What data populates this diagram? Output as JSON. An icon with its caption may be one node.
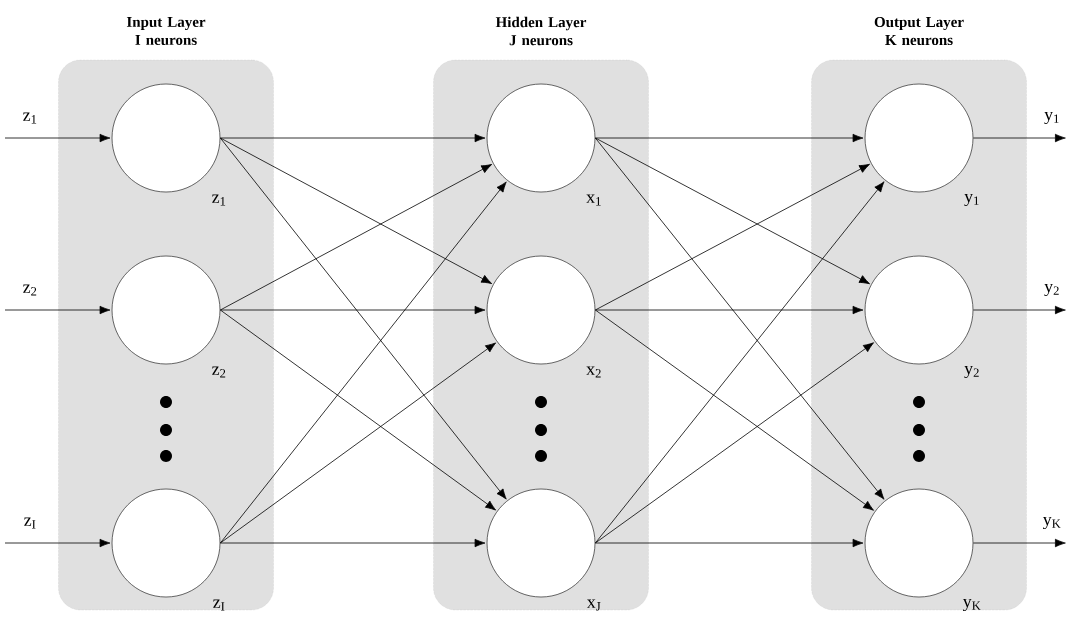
{
  "diagram": {
    "nodes": [
      {
        "text": [
          "Input Layer I neurons"
        ]
      },
      {
        "text": [],
        "shape": "circle",
        "in": 0,
        "beside": [
          "z$_{1}$"
        ]
      },
      {
        "text": [],
        "shape": "circle",
        "in": 0,
        "beside": [
          "z$_{2}$"
        ]
      },
      {
        "text": [],
        "shape": "circle",
        "in": 0,
        "beside": [
          "z$_{I}$"
        ]
      },
      {
        "text": [
          "Hidden Layer J neurons"
        ]
      },
      {
        "text": [],
        "shape": "circle",
        "in": 4,
        "beside": [
          "x$_{1}$"
        ]
      },
      {
        "text": [],
        "shape": "circle",
        "in": 4,
        "beside": [
          "x$_{2}$"
        ]
      },
      {
        "text": [],
        "shape": "circle",
        "in": 4,
        "beside": [
          "x$_{J}$"
        ]
      },
      {
        "text": [
          "Output Layer K neurons"
        ]
      },
      {
        "text": [],
        "shape": "circle",
        "in": 8,
        "beside": [
          "y$_{1}$"
        ]
      },
      {
        "text": [],
        "shape": "circle",
        "in": 8,
        "beside": [
          "y$_{2}$"
        ]
      },
      {
        "text": [],
        "shape": "circle",
        "in": 8,
        "beside": [
          "y$_{K}$"
        ]
      }
    ],
    "edges": [
      {
        "from": null,
        "to": 1,
        "arrow": "to",
        "label": "z$_{1}$"
      },
      {
        "from": null,
        "to": 2,
        "arrow": "to",
        "label": "z$_{2}$"
      },
      {
        "from": null,
        "to": 3,
        "arrow": "to",
        "label": "z$_{I}$"
      },
      {
        "from": 1,
        "to": 5,
        "arrow": "to"
      },
      {
        "from": 1,
        "to": 6,
        "arrow": "to"
      },
      {
        "from": 1,
        "to": 7,
        "arrow": "to"
      },
      {
        "from": 2,
        "to": 5,
        "arrow": "to"
      },
      {
        "from": 2,
        "to": 6,
        "arrow": "to"
      },
      {
        "from": 2,
        "to": 7,
        "arrow": "to"
      },
      {
        "from": 3,
        "to": 5,
        "arrow": "to"
      },
      {
        "from": 3,
        "to": 6,
        "arrow": "to"
      },
      {
        "from": 3,
        "to": 7,
        "arrow": "to"
      },
      {
        "from": 5,
        "to": 9,
        "arrow": "to"
      },
      {
        "from": 5,
        "to": 10,
        "arrow": "to"
      },
      {
        "from": 5,
        "to": 11,
        "arrow": "to"
      },
      {
        "from": 6,
        "to": 9,
        "arrow": "to"
      },
      {
        "from": 6,
        "to": 10,
        "arrow": "to"
      },
      {
        "from": 6,
        "to": 11,
        "arrow": "to"
      },
      {
        "from": 7,
        "to": 9,
        "arrow": "to"
      },
      {
        "from": 7,
        "to": 10,
        "arrow": "to"
      },
      {
        "from": 7,
        "to": 11,
        "arrow": "to"
      },
      {
        "from": 9,
        "to": null,
        "arrow": "to",
        "label": "y$_{1}$"
      },
      {
        "from": 10,
        "to": null,
        "arrow": "to",
        "label": "y$_{2}$"
      },
      {
        "from": 11,
        "to": null,
        "arrow": "to",
        "label": "y$_{K}$"
      }
    ]
  }
}
